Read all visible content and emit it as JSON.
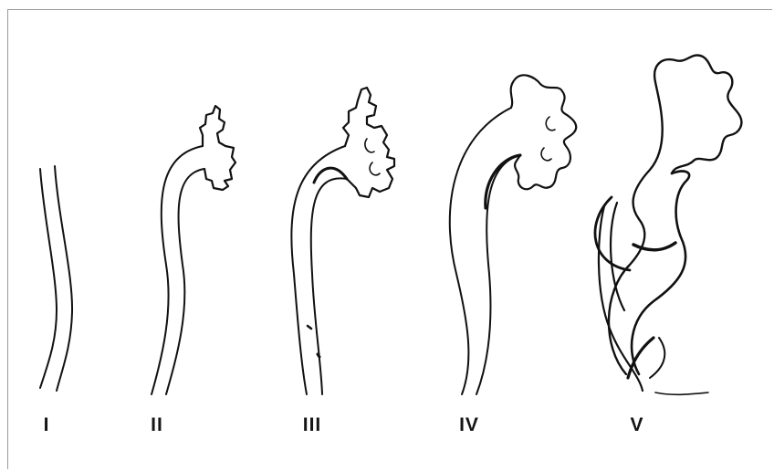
{
  "figure": {
    "stages": [
      {
        "numeral": "I"
      },
      {
        "numeral": "II"
      },
      {
        "numeral": "III"
      },
      {
        "numeral": "IV"
      },
      {
        "numeral": "V"
      }
    ]
  }
}
